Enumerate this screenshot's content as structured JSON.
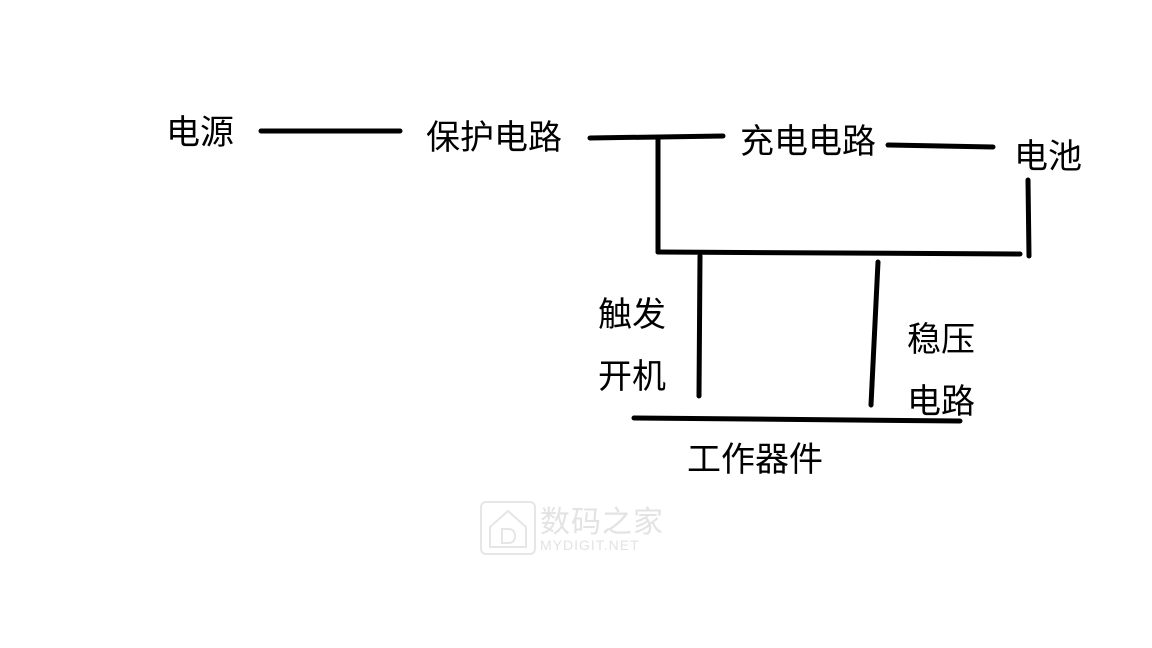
{
  "diagram": {
    "nodes": {
      "power_source": "电源",
      "protection_circuit": "保护电路",
      "charging_circuit": "充电电路",
      "battery": "电池",
      "trigger_power_on_line1": "触发",
      "trigger_power_on_line2": "开机",
      "voltage_regulator_line1": "稳压",
      "voltage_regulator_line2": "电路",
      "working_components": "工作器件"
    },
    "edges": [
      {
        "from": "电源",
        "to": "保护电路"
      },
      {
        "from": "保护电路",
        "to": "充电电路"
      },
      {
        "from": "充电电路",
        "to": "电池"
      },
      {
        "from": "保护电路",
        "to": "bus"
      },
      {
        "from": "电池",
        "to": "bus"
      },
      {
        "from": "bus",
        "to": "工作器件",
        "label": "触发开机"
      },
      {
        "from": "bus",
        "to": "工作器件",
        "label": "稳压电路"
      }
    ],
    "line_color": "#000000"
  },
  "watermark": {
    "cn": "数码之家",
    "en": "MYDIGIT.NET",
    "icon": "house-d-logo-icon"
  }
}
